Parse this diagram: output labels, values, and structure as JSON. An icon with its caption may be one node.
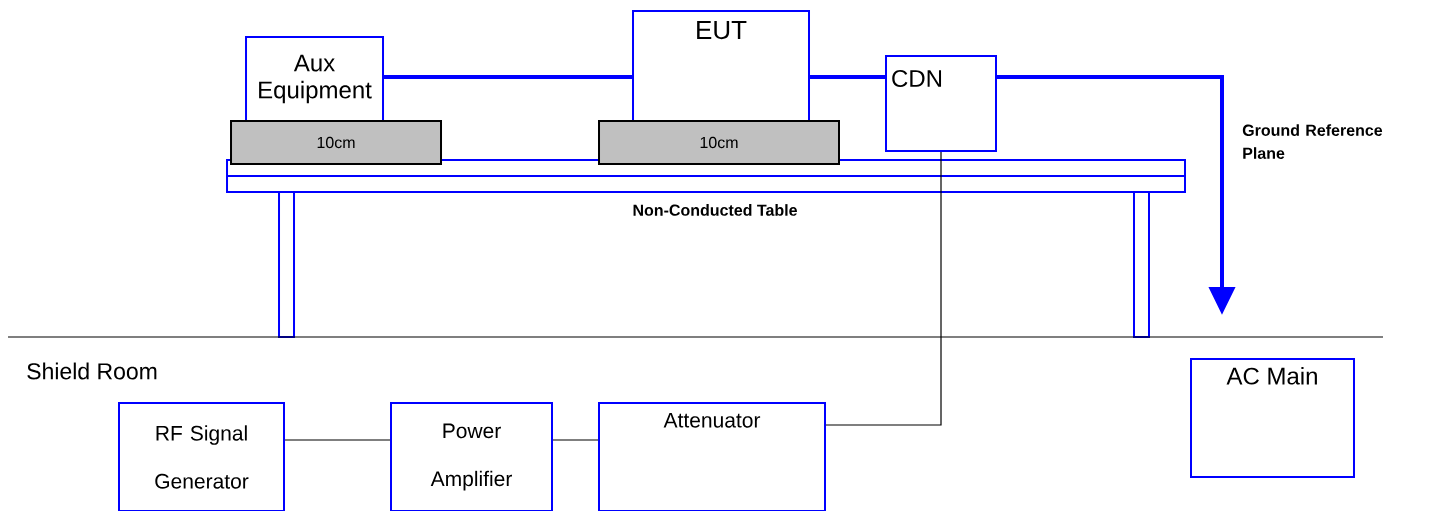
{
  "diagram": {
    "nodes": [
      {
        "text": [
          "Aux Equipment"
        ]
      },
      {
        "text": [
          "EUT"
        ]
      },
      {
        "text": [
          "CDN"
        ]
      },
      {
        "text": [
          "10cm"
        ]
      },
      {
        "text": [
          "10cm"
        ]
      },
      {
        "text": [
          "RF Signal Generator"
        ]
      },
      {
        "text": [
          "Power Amplifier"
        ]
      },
      {
        "text": [
          "Attenuator"
        ]
      },
      {
        "text": [
          "AC Main"
        ]
      }
    ],
    "edges": [
      {
        "from": 0,
        "to": 1,
        "arrow": "none",
        "style": "thick",
        "color": "#0000ff"
      },
      {
        "from": 1,
        "to": 2,
        "arrow": "none",
        "style": "thick",
        "color": "#0000ff"
      },
      {
        "from": 2,
        "to": null,
        "arrow": "to",
        "style": "thick",
        "color": "#0000ff"
      },
      {
        "from": 5,
        "to": 6,
        "arrow": "none",
        "color": "#000000"
      },
      {
        "from": 6,
        "to": 7,
        "arrow": "none",
        "color": "#000000"
      },
      {
        "from": 7,
        "to": 2,
        "arrow": "none",
        "color": "#000000"
      }
    ],
    "labels": [
      "Ground Reference Plane",
      "Non-Conducted Table",
      "Shield Room"
    ]
  }
}
